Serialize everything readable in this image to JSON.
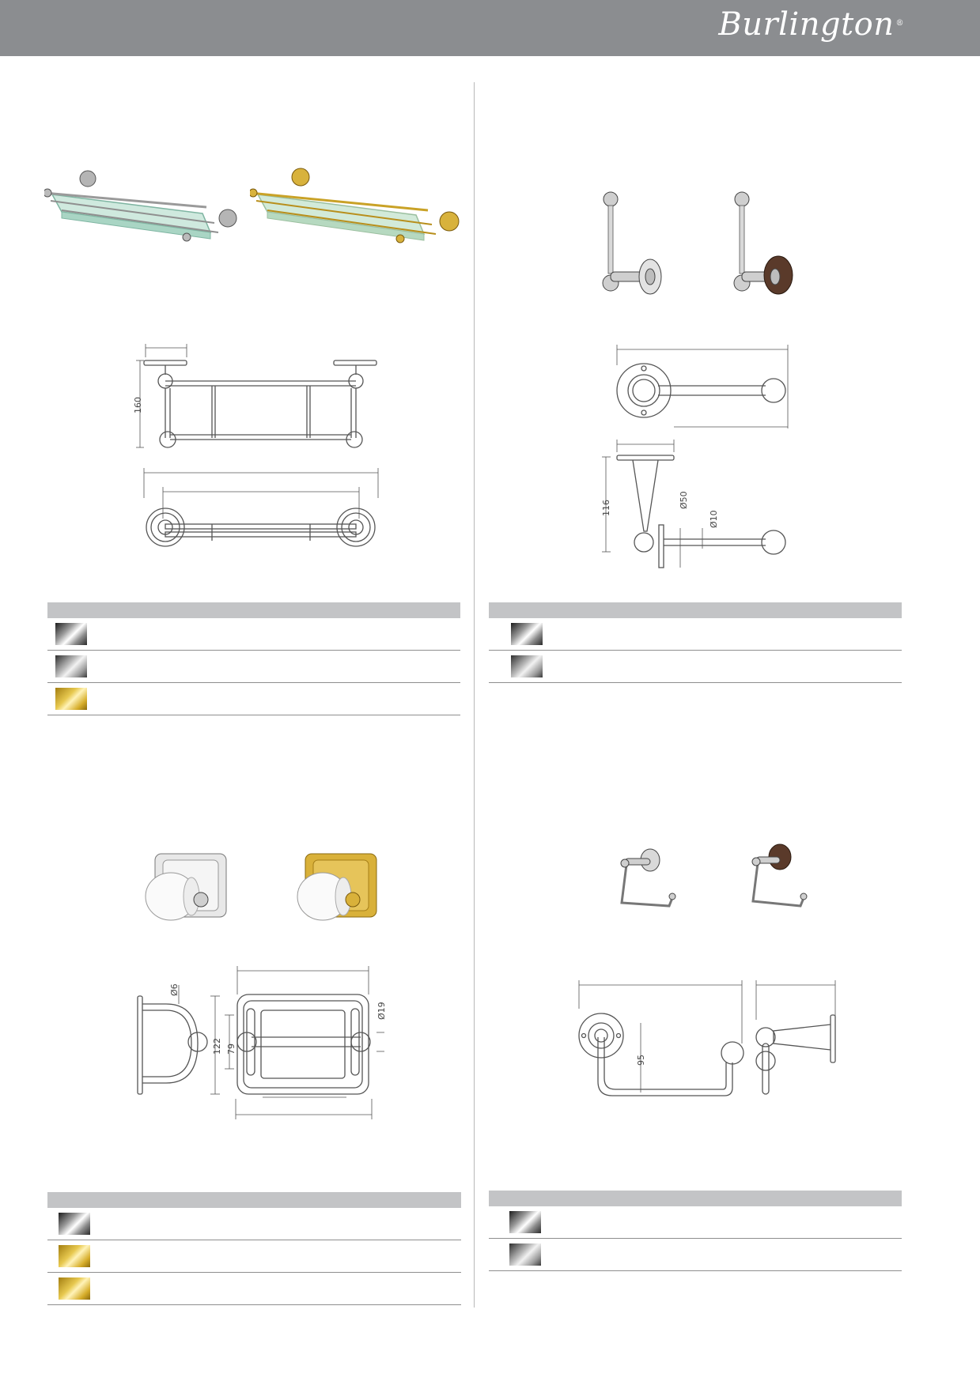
{
  "brand": {
    "name": "Burlington",
    "mark": "®"
  },
  "colors": {
    "header": "#8b8d90",
    "chrome": "#bdbdbd",
    "gold": "#c9a227",
    "dark_wood": "#5a3a2a"
  },
  "products": [
    {
      "id": "glass-shelf",
      "dimensions": {
        "height": "160"
      },
      "finishes": [
        {
          "swatch": "chrome"
        },
        {
          "swatch": "nickel"
        },
        {
          "swatch": "gold"
        }
      ]
    },
    {
      "id": "spare-roll-holder",
      "dimensions": {
        "height": "116",
        "plate_diameter": "Ø50",
        "rod_diameter": "Ø10"
      },
      "finishes": [
        {
          "swatch": "chrome"
        },
        {
          "swatch": "nickel"
        }
      ]
    },
    {
      "id": "toilet-roll-holder-cover",
      "dimensions": {
        "rod_diameter": "Ø6",
        "height_outer": "122",
        "height_inner": "79",
        "roller_diameter": "Ø19"
      },
      "finishes": [
        {
          "swatch": "chrome"
        },
        {
          "swatch": "gold"
        },
        {
          "swatch": "gold"
        }
      ]
    },
    {
      "id": "toilet-roll-holder-hook",
      "dimensions": {
        "height": "95"
      },
      "finishes": [
        {
          "swatch": "chrome"
        },
        {
          "swatch": "nickel"
        }
      ]
    }
  ]
}
